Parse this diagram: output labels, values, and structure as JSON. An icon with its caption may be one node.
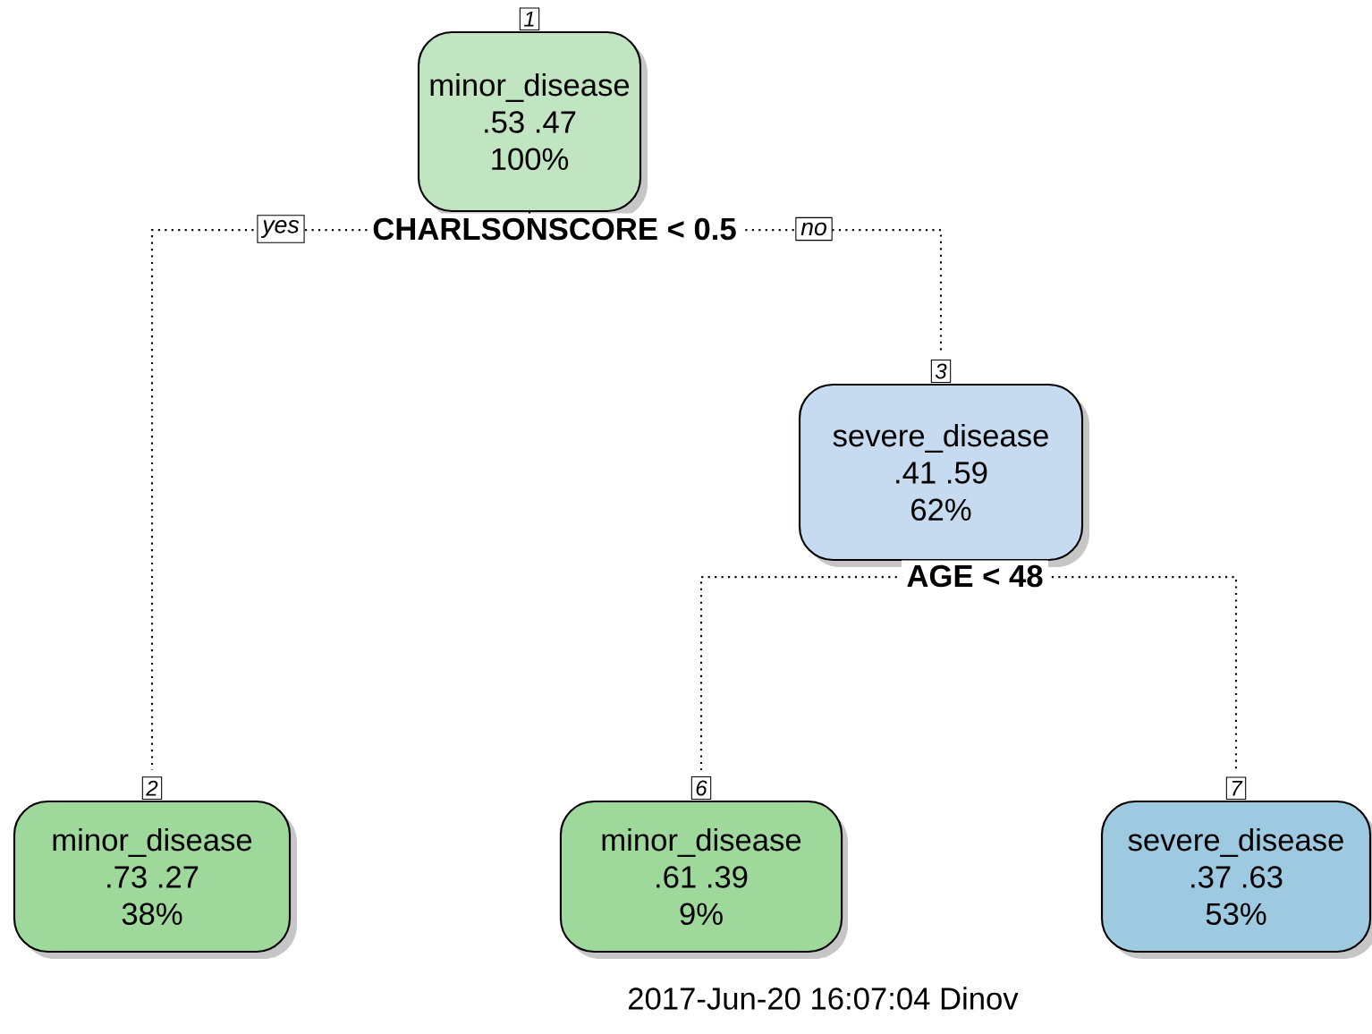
{
  "diagram": {
    "caption": "2017-Jun-20 16:07:04 Dinov",
    "nodes": [
      {
        "text": [
          "minor_disease",
          ".53  .47",
          "100%"
        ],
        "beside": [
          "1"
        ]
      },
      {
        "text": [
          "severe_disease",
          ".41  .59",
          "62%"
        ],
        "beside": [
          "3"
        ]
      },
      {
        "text": [
          "minor_disease",
          ".73  .27",
          "38%"
        ],
        "beside": [
          "2"
        ]
      },
      {
        "text": [
          "minor_disease",
          ".61  .39",
          "9%"
        ],
        "beside": [
          "6"
        ]
      },
      {
        "text": [
          "severe_disease",
          ".37  .63",
          "53%"
        ],
        "beside": [
          "7"
        ]
      }
    ],
    "edges": [
      {
        "from": 0,
        "to": 2,
        "arrow": "none",
        "label": "yes"
      },
      {
        "from": 0,
        "to": 1,
        "arrow": "none",
        "label": "no"
      },
      {
        "from": 1,
        "to": 3,
        "arrow": "none"
      },
      {
        "from": 1,
        "to": 4,
        "arrow": "none"
      }
    ],
    "labels": [
      "CHARLSONSCORE < 0.5",
      "AGE < 48"
    ]
  }
}
